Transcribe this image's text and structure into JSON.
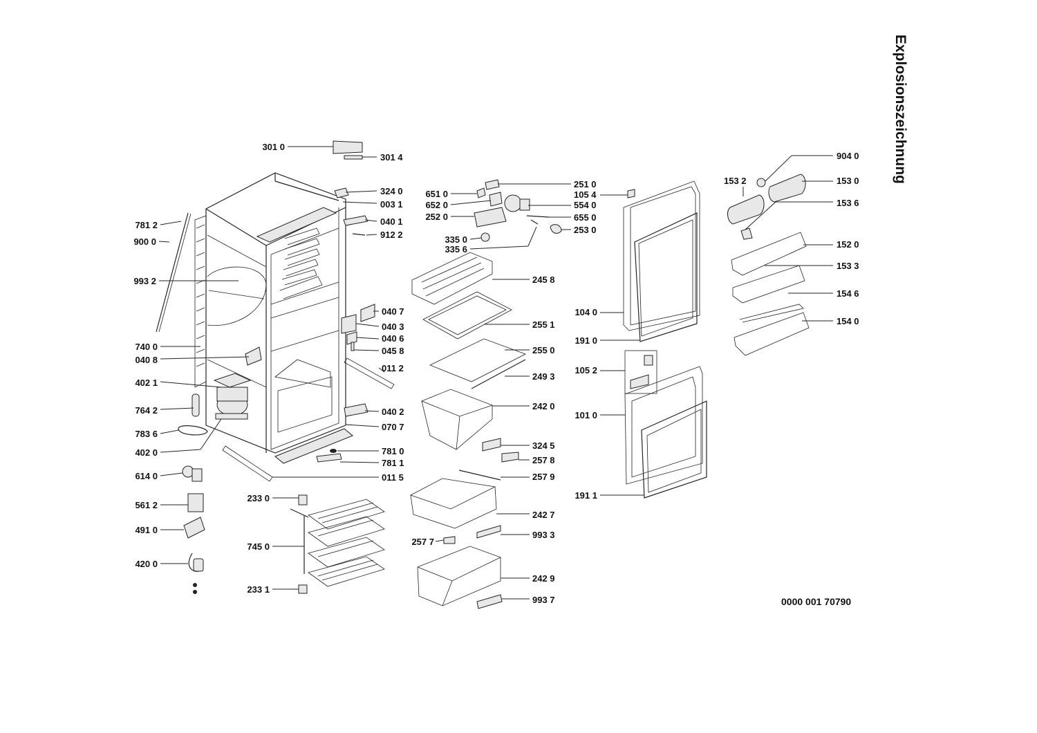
{
  "title": "Explosionszeichnung",
  "document_number": "0000 001 70790",
  "labels": [
    {
      "id": "p3010",
      "text": "301 0"
    },
    {
      "id": "p3014",
      "text": "301 4"
    },
    {
      "id": "p3240",
      "text": "324 0"
    },
    {
      "id": "p0031",
      "text": "003 1"
    },
    {
      "id": "p0401",
      "text": "040 1"
    },
    {
      "id": "p9122",
      "text": "912 2"
    },
    {
      "id": "p7812",
      "text": "781 2"
    },
    {
      "id": "p9000",
      "text": "900 0"
    },
    {
      "id": "p9932",
      "text": "993 2"
    },
    {
      "id": "p7400",
      "text": "740 0"
    },
    {
      "id": "p0408",
      "text": "040 8"
    },
    {
      "id": "p4021",
      "text": "402 1"
    },
    {
      "id": "p7642",
      "text": "764 2"
    },
    {
      "id": "p7836",
      "text": "783 6"
    },
    {
      "id": "p4020",
      "text": "402 0"
    },
    {
      "id": "p6140",
      "text": "614 0"
    },
    {
      "id": "p5612",
      "text": "561 2"
    },
    {
      "id": "p4910",
      "text": "491 0"
    },
    {
      "id": "p4200",
      "text": "420 0"
    },
    {
      "id": "p2330",
      "text": "233 0"
    },
    {
      "id": "p7450",
      "text": "745 0"
    },
    {
      "id": "p2331",
      "text": "233 1"
    },
    {
      "id": "p0407",
      "text": "040 7"
    },
    {
      "id": "p0403",
      "text": "040 3"
    },
    {
      "id": "p0406",
      "text": "040 6"
    },
    {
      "id": "p0458",
      "text": "045 8"
    },
    {
      "id": "p0112",
      "text": "011 2"
    },
    {
      "id": "p0402",
      "text": "040 2"
    },
    {
      "id": "p0707",
      "text": "070 7"
    },
    {
      "id": "p7810",
      "text": "781 0"
    },
    {
      "id": "p7811",
      "text": "781 1"
    },
    {
      "id": "p0115",
      "text": "011 5"
    },
    {
      "id": "p6510",
      "text": "651 0"
    },
    {
      "id": "p6520",
      "text": "652 0"
    },
    {
      "id": "p2520",
      "text": "252 0"
    },
    {
      "id": "p3350",
      "text": "335 0"
    },
    {
      "id": "p3356",
      "text": "335 6"
    },
    {
      "id": "p2510",
      "text": "251 0"
    },
    {
      "id": "p1054",
      "text": "105 4"
    },
    {
      "id": "p5540",
      "text": "554 0"
    },
    {
      "id": "p6550",
      "text": "655 0"
    },
    {
      "id": "p2530",
      "text": "253 0"
    },
    {
      "id": "p2458",
      "text": "245 8"
    },
    {
      "id": "p2551",
      "text": "255 1"
    },
    {
      "id": "p2550",
      "text": "255 0"
    },
    {
      "id": "p2493",
      "text": "249 3"
    },
    {
      "id": "p2420",
      "text": "242 0"
    },
    {
      "id": "p3245",
      "text": "324 5"
    },
    {
      "id": "p2578",
      "text": "257 8"
    },
    {
      "id": "p2579",
      "text": "257 9"
    },
    {
      "id": "p2427",
      "text": "242 7"
    },
    {
      "id": "p9933",
      "text": "993 3"
    },
    {
      "id": "p2577",
      "text": "257 7"
    },
    {
      "id": "p2429",
      "text": "242 9"
    },
    {
      "id": "p9937",
      "text": "993 7"
    },
    {
      "id": "p1040",
      "text": "104 0"
    },
    {
      "id": "p1910",
      "text": "191 0"
    },
    {
      "id": "p1052",
      "text": "105 2"
    },
    {
      "id": "p1010",
      "text": "101 0"
    },
    {
      "id": "p1911",
      "text": "191 1"
    },
    {
      "id": "p9040",
      "text": "904 0"
    },
    {
      "id": "p1532",
      "text": "153 2"
    },
    {
      "id": "p1530",
      "text": "153 0"
    },
    {
      "id": "p1536",
      "text": "153 6"
    },
    {
      "id": "p1520",
      "text": "152 0"
    },
    {
      "id": "p1533",
      "text": "153 3"
    },
    {
      "id": "p1546",
      "text": "154 6"
    },
    {
      "id": "p1540",
      "text": "154 0"
    }
  ]
}
